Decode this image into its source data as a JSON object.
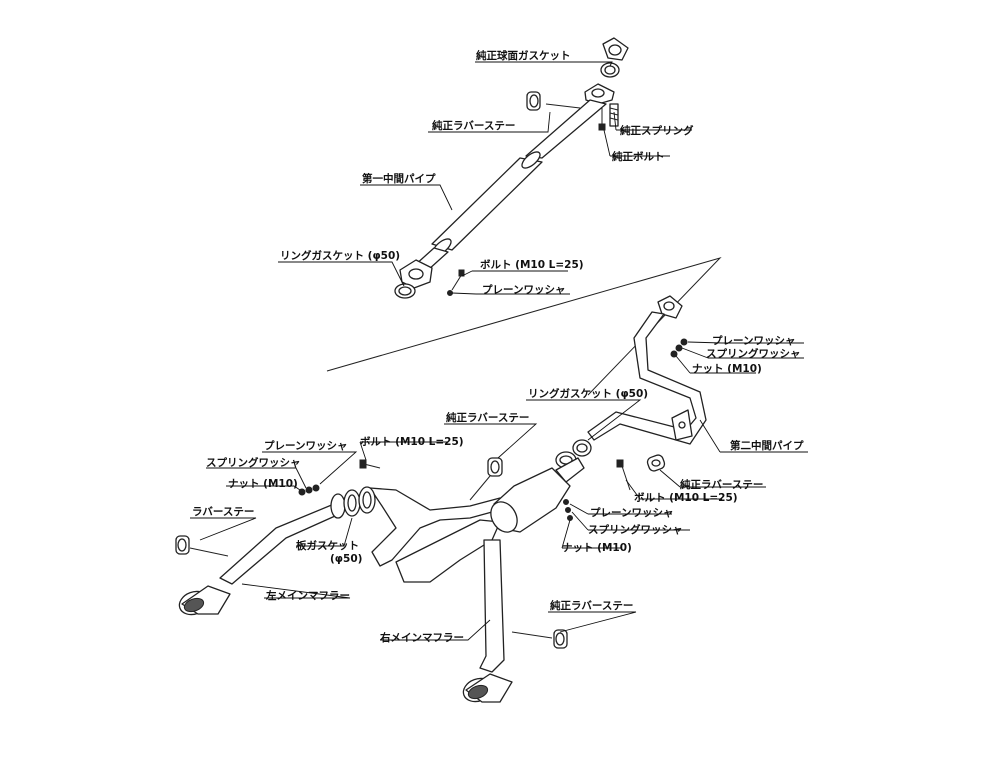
{
  "diagram": {
    "labels": {
      "l1": "純正球面ガスケット",
      "l2": "純正ラバーステー",
      "l3": "純正スプリング",
      "l4": "純正ボルト",
      "l5": "第一中間パイプ",
      "l6": "リングガスケット (φ50)",
      "l7": "ボルト (M10 L=25)",
      "l8": "プレーンワッシャ",
      "l9": "プレーンワッシャ",
      "l10": "スプリングワッシャ",
      "l11": "ナット (M10)",
      "l12": "リングガスケット (φ50)",
      "l13": "純正ラバーステー",
      "l14": "第二中間パイプ",
      "l15": "プレーンワッシャ",
      "l16": "ボルト (M10 L=25)",
      "l17": "スプリングワッシャ",
      "l18": "ナット (M10)",
      "l19": "ラバーステー",
      "l20": "純正ラバーステー",
      "l21": "ボルト (M10 L=25)",
      "l22": "プレーンワッシャ",
      "l23": "スプリングワッシャ",
      "l24": "ナット (M10)",
      "l25": "板ガスケット",
      "l26": "(φ50)",
      "l27": "左メインマフラー",
      "l28": "右メインマフラー",
      "l29": "純正ラバーステー"
    }
  }
}
